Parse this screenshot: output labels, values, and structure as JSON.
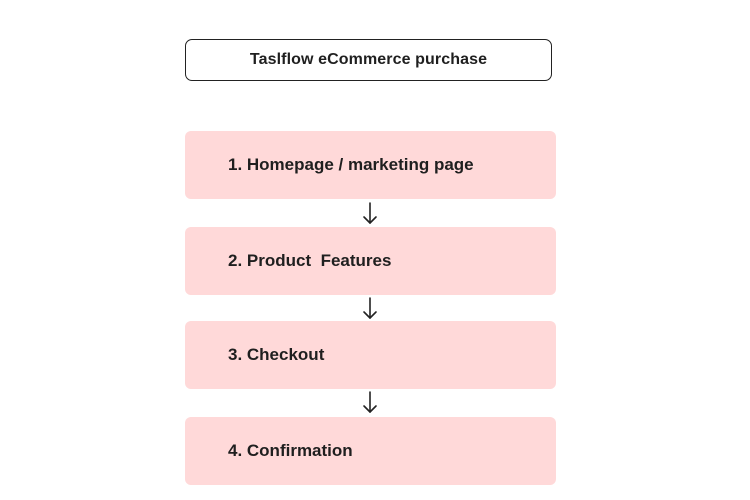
{
  "diagram": {
    "title": "Taslflow eCommerce purchase",
    "steps": [
      {
        "label": "1. Homepage / marketing page"
      },
      {
        "label": "2. Product  Features"
      },
      {
        "label": "3. Checkout"
      },
      {
        "label": "4. Confirmation"
      }
    ],
    "colors": {
      "step_fill": "#ffd9d9",
      "border": "#222222",
      "arrow": "#222222"
    }
  }
}
